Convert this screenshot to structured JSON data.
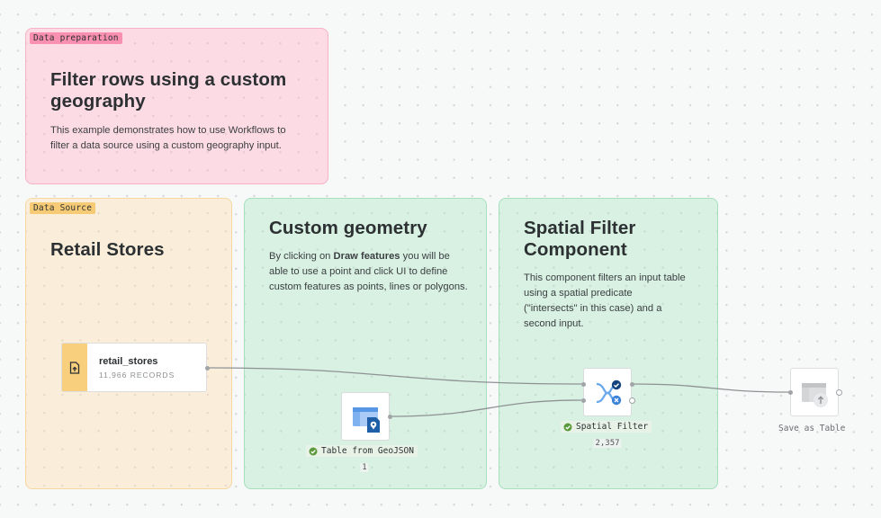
{
  "groups": {
    "data_preparation": {
      "tag": "Data preparation",
      "title": "Filter rows using a custom geography",
      "description": "This example demonstrates how to use Workflows to filter a data source using a custom geography input."
    },
    "data_source": {
      "tag": "Data Source",
      "title": "Retail Stores"
    },
    "custom_geometry": {
      "title": "Custom geometry",
      "description_prefix": "By clicking on ",
      "description_bold": "Draw features",
      "description_suffix": " you will be able to use a point and click UI to define custom features as points, lines or polygons."
    },
    "spatial_filter_component": {
      "title": "Spatial Filter Component",
      "description": "This component filters an input table using a spatial predicate (\"intersects\" in this case) and a second input."
    }
  },
  "nodes": {
    "retail_stores": {
      "name": "retail_stores",
      "records": "11,966 RECORDS",
      "icon": "file-upload-icon"
    },
    "table_from_geojson": {
      "label": "Table from GeoJSON",
      "count": "1",
      "status": "success",
      "icon": "table-geojson-icon"
    },
    "spatial_filter": {
      "label": "Spatial Filter",
      "count": "2,357",
      "status": "success",
      "icon": "spatial-filter-icon"
    },
    "save_as_table": {
      "label": "Save as Table",
      "icon": "save-table-icon"
    }
  },
  "colors": {
    "pink_group": "#fcdbe4",
    "pink_tag": "#f98fb1",
    "yellow_group": "#faeedb",
    "yellow_tag": "#f7cb75",
    "green_group": "#d8f1e2",
    "success": "#5a9a3c",
    "node_blue": "#1f5fa8"
  }
}
